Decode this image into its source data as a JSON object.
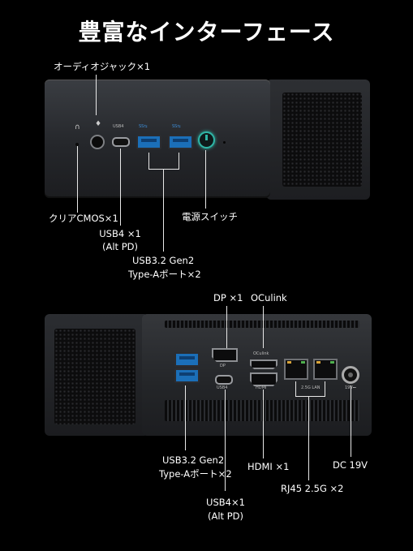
{
  "title": "豊富なインターフェース",
  "front_labels": {
    "audio": "オーディオジャック×1",
    "clear_cmos": "クリアCMOS×1",
    "usb4_line1": "USB4 ×1",
    "usb4_line2": "(Alt PD)",
    "usb32_line1": "USB3.2 Gen2",
    "usb32_line2": "Type-Aポート×2",
    "power": "電源スイッチ"
  },
  "front_port_marks": {
    "usb4": "USB4",
    "ss1": "SS⇆",
    "ss2": "SS⇆"
  },
  "back_labels": {
    "dp": "DP ×1",
    "oculink": "OCulink",
    "usb32_line1": "USB3.2 Gen2",
    "usb32_line2": "Type-Aポート×2",
    "usb4_line1": "USB4×1",
    "usb4_line2": "(Alt PD)",
    "hdmi": "HDMI ×1",
    "rj45": "RJ45 2.5G ×2",
    "dc": "DC 19V"
  },
  "back_port_marks": {
    "dp": "DP",
    "oculink": "OCulink",
    "usb4": "USB4",
    "hdmi": "HDMI",
    "lan": "2.5G LAN",
    "dc": "19V⎓"
  }
}
